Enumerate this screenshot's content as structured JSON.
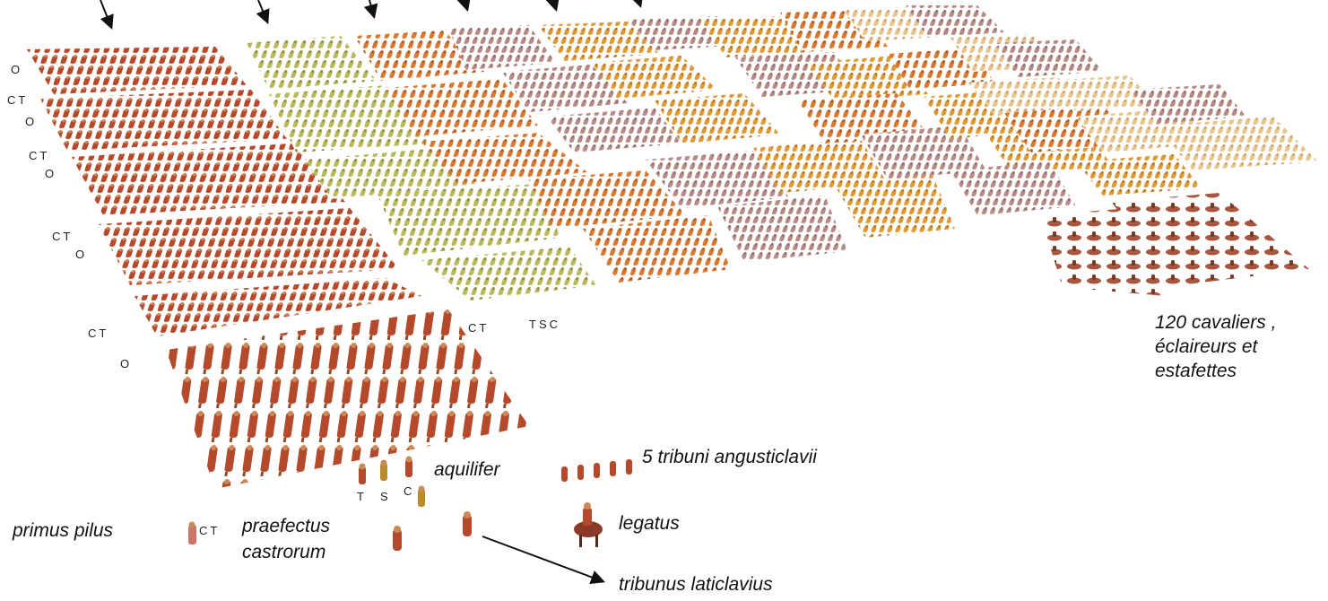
{
  "labels": {
    "cavalry_line1": "120 cavaliers ,",
    "cavalry_line2": "éclaireurs et",
    "cavalry_line3": "estafettes",
    "tribuni": "5 tribuni angusticlavii",
    "aquilifer": "aquilifer",
    "legatus": "legatus",
    "primus_pilus": "primus pilus",
    "praefectus_line1": "praefectus",
    "praefectus_line2": "castrorum",
    "tribunus_laticlavius": "tribunus laticlavius"
  },
  "rank_letters": {
    "o": "O",
    "ct": "CT",
    "tsc": "TSC",
    "t": "T",
    "s": "S",
    "c": "C"
  },
  "colors": {
    "legion_red": "#b5492c",
    "olive": "#b9b85a",
    "orange": "#d9782e",
    "mauve": "#b78a86",
    "amber": "#df9a34",
    "pale": "#e8c58d",
    "cavalry": "#a7573f"
  },
  "icons": [
    "arrow-down-icon",
    "soldier-icon",
    "horseman-icon"
  ]
}
